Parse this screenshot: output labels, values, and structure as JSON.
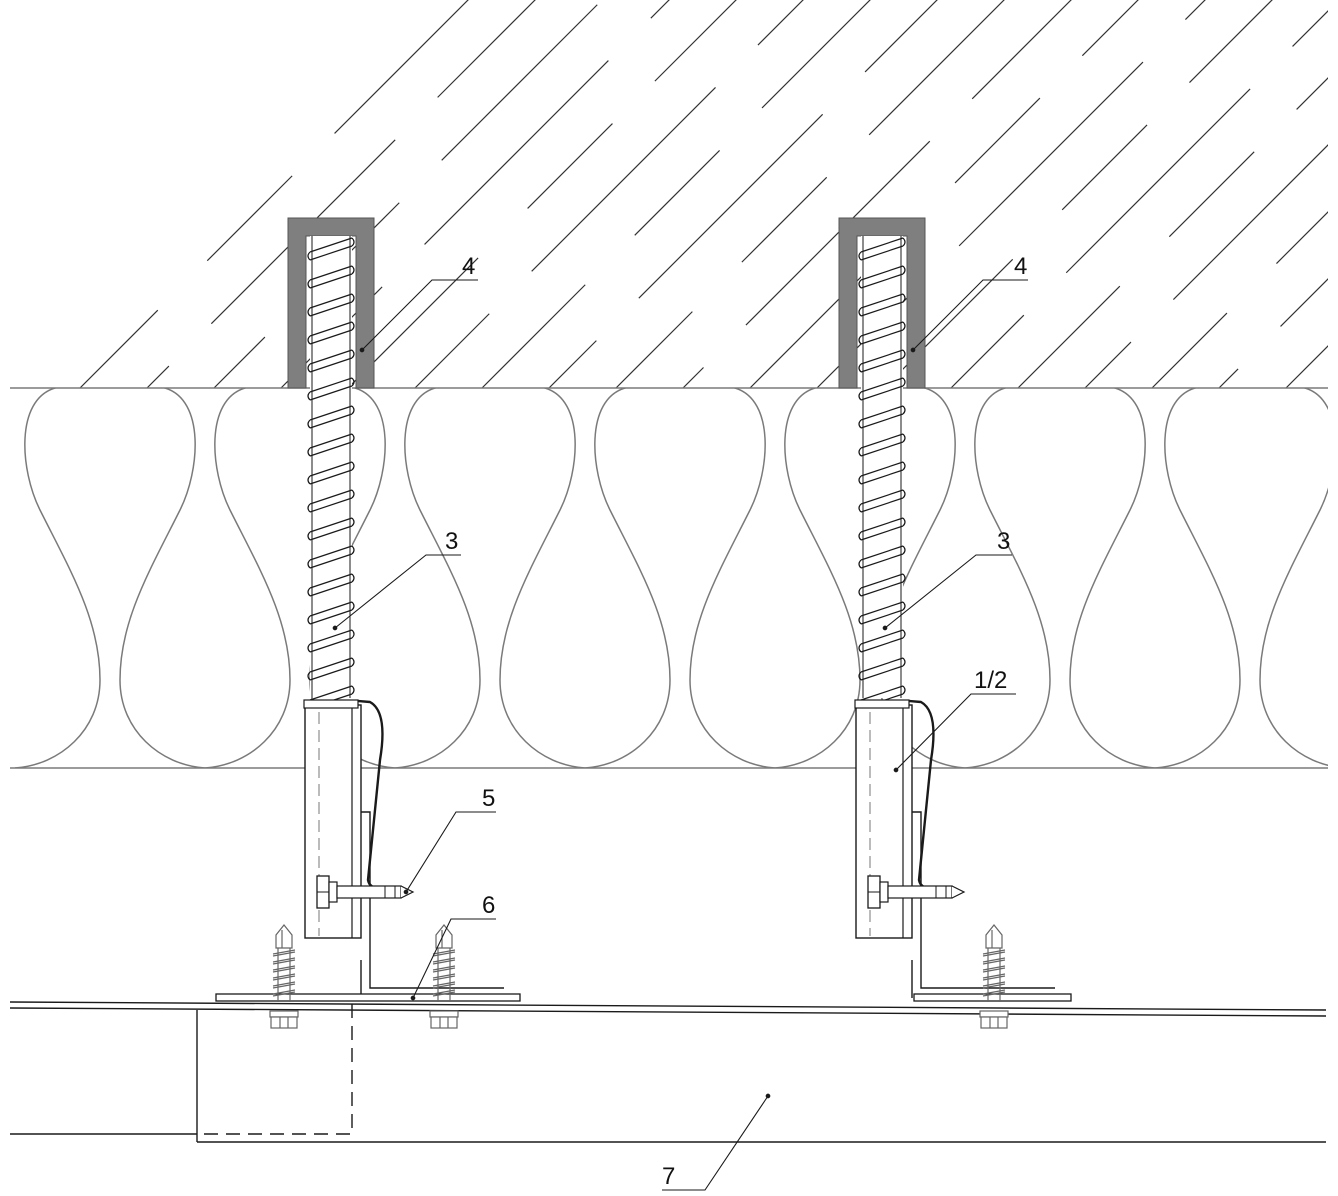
{
  "callouts": {
    "label_4a": "4",
    "label_4b": "4",
    "label_3a": "3",
    "label_3b": "3",
    "label_12": "1/2",
    "label_5": "5",
    "label_6": "6",
    "label_7": "7"
  },
  "colors": {
    "line": "#1a1a1a",
    "hatch": "#333333",
    "insulation": "#7a7a7a",
    "sleeve": "#7f7f7f",
    "screw": "#666666"
  }
}
